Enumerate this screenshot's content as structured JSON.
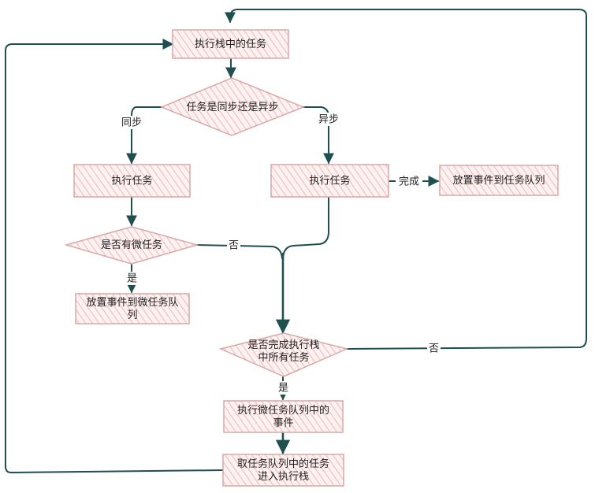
{
  "nodes": {
    "exec_stack": {
      "label": [
        "执行栈中的任务"
      ]
    },
    "sync_or_async": {
      "label": [
        "任务是同步还是异步"
      ]
    },
    "exec_sync": {
      "label": [
        "执行任务"
      ]
    },
    "exec_async": {
      "label": [
        "执行任务"
      ]
    },
    "put_task_queue": {
      "label": [
        "放置事件到任务队列"
      ]
    },
    "has_micro": {
      "label": [
        "是否有微任务"
      ]
    },
    "put_micro_queue": {
      "label": [
        "放置事件到微任务队",
        "列"
      ]
    },
    "stack_done": {
      "label": [
        "是否完成执行栈",
        "中所有任务"
      ]
    },
    "exec_micro": {
      "label": [
        "执行微任务队列中的",
        "事件"
      ]
    },
    "take_task": {
      "label": [
        "取任务队列中的任务",
        "进入执行栈"
      ]
    }
  },
  "edge_labels": {
    "sync": "同步",
    "async": "异步",
    "complete": "完成",
    "yes_micro": "是",
    "no_micro": "否",
    "yes_done": "是",
    "no_done": "否"
  },
  "colors": {
    "stroke": "#1f4f4f",
    "node_border": "#d7a9a9",
    "hatch": "#f4baba",
    "fill": "#fdf2f2"
  }
}
